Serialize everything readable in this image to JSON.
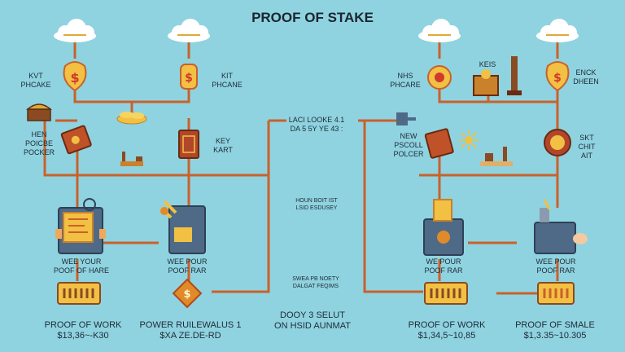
{
  "title": "PROOF OF STAKE",
  "left": {
    "top_left_label": [
      "KVT",
      "PHCAKE"
    ],
    "top_right_label": [
      "KIT",
      "PHCANE"
    ],
    "mid_left_label": [
      "HEN",
      "POICBE",
      "POCKER"
    ],
    "mid_right_label": [
      "KEY",
      "KART"
    ],
    "machine_left_label": [
      "WEE YOUR",
      "POOF OF HARE"
    ],
    "machine_right_label": [
      "WEE POUR",
      "POOF RAR"
    ],
    "bottom_left_label": [
      "PROOF OF WORK",
      "$13,36~-K30"
    ],
    "bottom_center_label": [
      "POWER RUILEWALUS 1",
      "$XA ZE.DE-RD"
    ]
  },
  "center": {
    "label_top": [
      "LACI LOOKE 4.1",
      "DA 5 5Y YE 43 :"
    ],
    "label_mid": [
      "HOUN BOIT IST",
      "LSID ESDUSEY"
    ],
    "label_low": [
      "SWEA PB NOETY",
      "DALGAT FEQIMS"
    ],
    "label_bottom": [
      "DOOY 3 SELUT",
      "ON HSID AUNMAT"
    ]
  },
  "right": {
    "top_left_label": [
      "NHS",
      "PHCARE"
    ],
    "top_mid_label": [
      "KEIS"
    ],
    "top_right_label": [
      "ENCK",
      "DHEEN"
    ],
    "mid_left_label": [
      "NEW",
      "PSCOLL",
      "POLCER"
    ],
    "mid_right_label": [
      "SKT",
      "CHIT",
      "AIT"
    ],
    "machine_left_label": [
      "WE POUR",
      "POOF RAR"
    ],
    "machine_right_label": [
      "WEE POUR",
      "POOF RAR"
    ],
    "bottom_left_label": [
      "PROOF OF WORK",
      "$1,34,5~10,85"
    ],
    "bottom_right_label": [
      "PROOF OF SMALE",
      "$1,3.35~10.305"
    ]
  },
  "colors": {
    "background": "#8fd3e0",
    "line": "#c9612b",
    "gold": "#f2c043",
    "orange": "#e08a2a",
    "brown": "#8a4a22",
    "slate": "#4f6a86",
    "text": "#1f2a36"
  },
  "icons": [
    "cloud-icon",
    "coin-bag-icon",
    "lantern-icon",
    "treasure-chest-icon",
    "book-icon",
    "gear-icon",
    "mining-machine-icon",
    "cpu-chip-icon",
    "diamond-dollar-icon",
    "tower-icon",
    "sun-sparkle-icon"
  ]
}
